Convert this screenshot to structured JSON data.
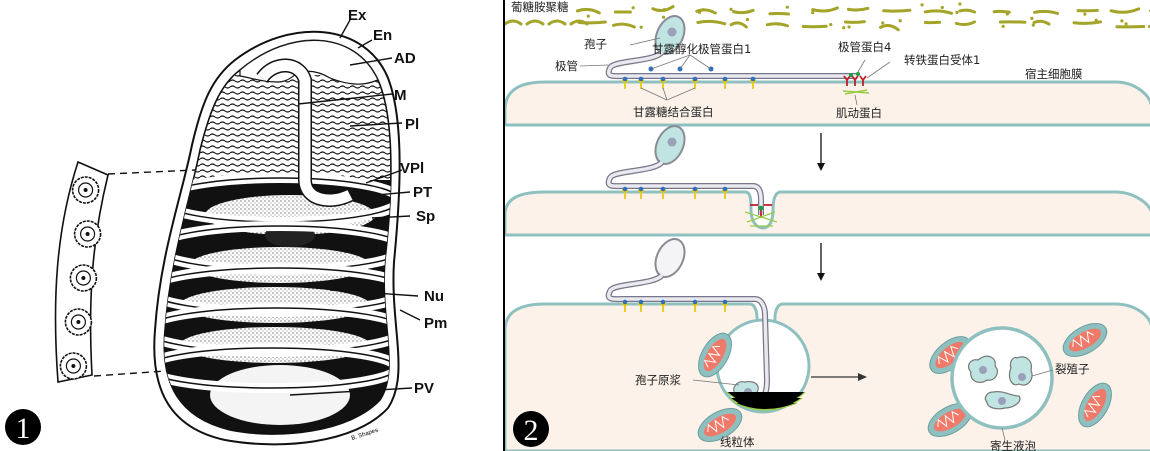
{
  "panel1": {
    "badge": "1",
    "labels": [
      "Ex",
      "En",
      "AD",
      "M",
      "Pl",
      "VPl",
      "PT",
      "Sp",
      "Nu",
      "Pm",
      "PV"
    ],
    "signature": "B. Shapes",
    "inset_coil_count": 5
  },
  "panel2": {
    "badge": "2",
    "colors": {
      "glycocalyx": "#a4a428",
      "cytoplasm": "#fdf2ea",
      "membrane": "#8fc0c0",
      "spore_fill": "#bfe4e2",
      "polar_tube": "#e9e9ef",
      "mannose_protein": "#e6c81a",
      "ptp1_dot": "#2f6fc0",
      "receptor": "#c0202a",
      "ptp4": "#1aa040",
      "actin": "#99cc44",
      "mito_matrix": "#f07a6a",
      "mito_outer": "#8fc0c0"
    },
    "stage1": {
      "glycocalyx_label": "葡糖胺聚糖",
      "spore_label": "孢子",
      "polar_tube_label": "极管",
      "ptp1_label": "甘露醇化极管蛋白1",
      "ptp4_label": "极管蛋白4",
      "tfr1_label": "转铁蛋白受体1",
      "host_membrane_label": "宿主细胞膜",
      "mannose_binding_label": "甘露糖结合蛋白",
      "actin_label": "肌动蛋白"
    },
    "stage3": {
      "sporoplasm_label": "孢子原浆",
      "mitochondria_label": "线粒体",
      "meront_label": "裂殖子",
      "vacuole_label": "寄生液泡"
    }
  }
}
